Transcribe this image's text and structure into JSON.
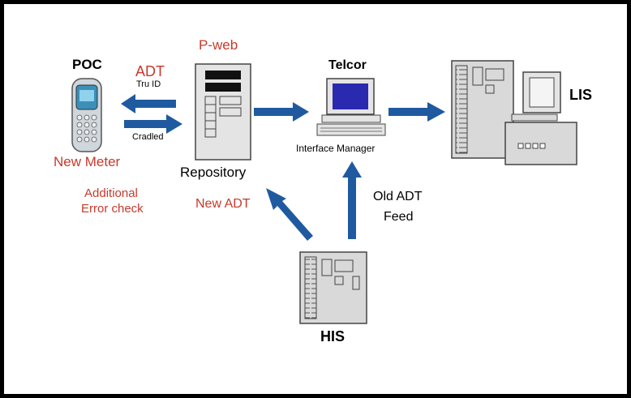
{
  "nodes": {
    "poc": {
      "title": "POC",
      "subtitle": "New Meter"
    },
    "pweb": {
      "title": "P-web",
      "subtitle": "Repository"
    },
    "telcor": {
      "title": "Telcor",
      "subtitle": "Interface Manager"
    },
    "lis": {
      "title": "LIS"
    },
    "his": {
      "title": "HIS"
    }
  },
  "labels": {
    "adt": "ADT",
    "tru_id": "Tru ID",
    "cradled": "Cradled",
    "additional_line1": "Additional",
    "additional_line2": "Error check",
    "new_adt": "New ADT",
    "old_adt_line1": "Old ADT",
    "old_adt_line2": "Feed"
  },
  "colors": {
    "arrow": "#1f5aa0",
    "accent_text": "#c8392b",
    "equipment": "#d9d9d9",
    "screen": "#2a2ab0"
  },
  "icons": [
    "meter-icon",
    "server-tower-icon",
    "computer-terminal-icon",
    "mainframe-icon"
  ]
}
